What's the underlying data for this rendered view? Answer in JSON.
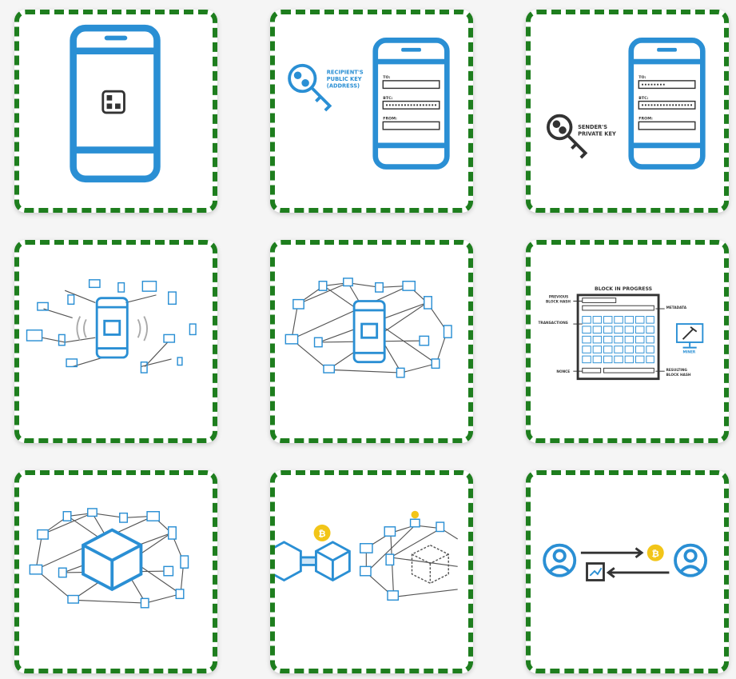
{
  "colors": {
    "border_dashed": "#1e7e1e",
    "primary_blue": "#2a8fd4",
    "dark": "#333333",
    "coin_yellow": "#f2c518",
    "card_bg": "#ffffff"
  },
  "cards": [
    {
      "id": "phone-wallet",
      "icons": [
        "phone-icon",
        "qr-icon"
      ]
    },
    {
      "id": "recipient-key",
      "labels": {
        "key": [
          "RECIPIENT'S",
          "PUBLIC KEY",
          "(ADDRESS)"
        ],
        "to": "TO:",
        "btc": "BTC:",
        "from": "FROM:"
      }
    },
    {
      "id": "sender-key",
      "labels": {
        "key": [
          "SENDER'S",
          "PRIVATE KEY"
        ],
        "to": "TO:",
        "btc": "BTC:",
        "from": "FROM:"
      }
    },
    {
      "id": "broadcast-network",
      "icons": [
        "phone-icon",
        "node-icon"
      ]
    },
    {
      "id": "connected-network",
      "icons": [
        "phone-icon",
        "node-icon"
      ]
    },
    {
      "id": "block-in-progress",
      "labels": {
        "title": "BLOCK IN PROGRESS",
        "prev": [
          "PREVIOUS",
          "BLOCK HASH"
        ],
        "metadata": "METADATA",
        "transactions": "TRANSACTIONS",
        "nonce": "NONCE",
        "resulting": [
          "RESULTING",
          "BLOCK HASH"
        ],
        "miner": "MINER"
      }
    },
    {
      "id": "block-network",
      "icons": [
        "cube-icon",
        "node-icon"
      ]
    },
    {
      "id": "chain-mining",
      "icons": [
        "chain-icon",
        "bitcoin-icon"
      ]
    },
    {
      "id": "exchange",
      "icons": [
        "user-icon",
        "bitcoin-icon",
        "chart-icon"
      ]
    }
  ]
}
